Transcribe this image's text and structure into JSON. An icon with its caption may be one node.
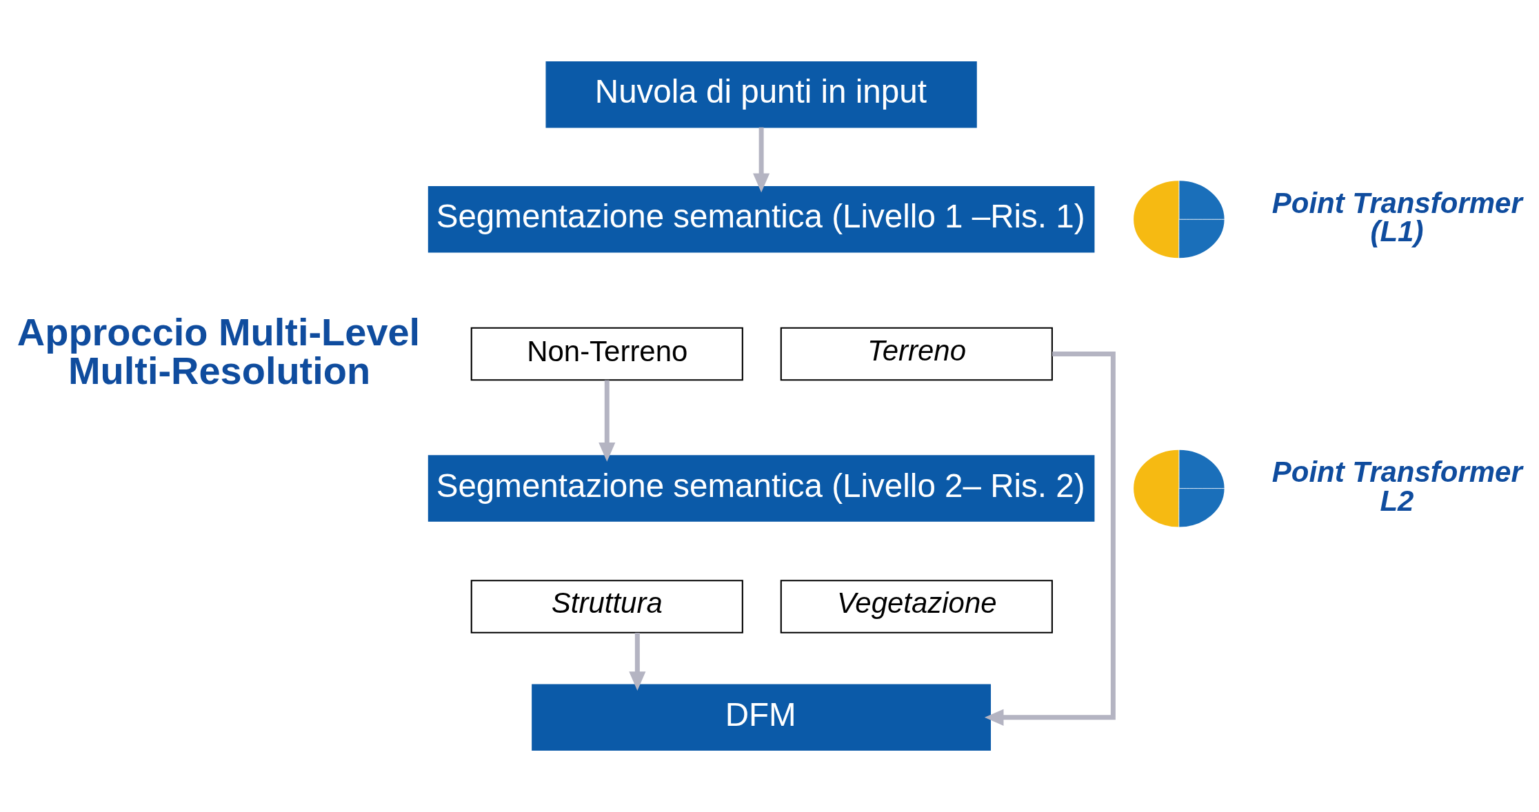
{
  "diagram": {
    "nodes": [
      {
        "text": [
          "Nuvola di punti in input"
        ]
      },
      {
        "text": [
          "Segmentazione semantica (Livello 1 –Ris. 1)"
        ]
      },
      {
        "text": [],
        "shape": "picture"
      },
      {
        "text": [
          "Non-Terreno"
        ]
      },
      {
        "text": [
          "Terreno"
        ]
      },
      {
        "text": [
          "Segmentazione semantica (Livello 2– Ris. 2)"
        ]
      },
      {
        "text": [],
        "shape": "picture"
      },
      {
        "text": [
          "Struttura"
        ]
      },
      {
        "text": [
          "Vegetazione"
        ]
      },
      {
        "text": [
          "DFM"
        ]
      }
    ],
    "edges": [
      {
        "from": 0,
        "to": 1,
        "arrow": "to"
      },
      {
        "from": 3,
        "to": 5,
        "arrow": "to"
      },
      {
        "from": 7,
        "to": 9,
        "arrow": "to"
      },
      {
        "from": 4,
        "to": 9,
        "arrow": "to"
      }
    ],
    "labels": [
      "Approccio Multi-Level Multi-Resolution",
      "Point Transformer (L1)",
      "Point Transformer L2"
    ]
  }
}
